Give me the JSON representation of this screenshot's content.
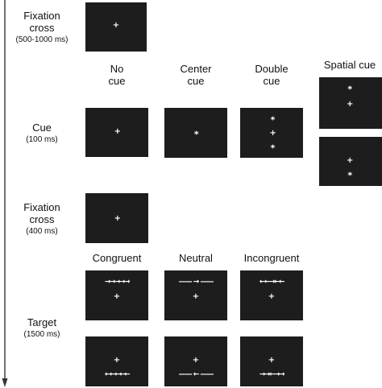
{
  "phases": {
    "fixation1": {
      "title_line1": "Fixation",
      "title_line2": "cross",
      "duration": "(500-1000 ms)"
    },
    "cue": {
      "title": "Cue",
      "duration": "(100 ms)"
    },
    "fixation2": {
      "title_line1": "Fixation",
      "title_line2": "cross",
      "duration": "(400 ms)"
    },
    "target": {
      "title": "Target",
      "duration": "(1500 ms)"
    }
  },
  "cue_conditions": {
    "no_cue": {
      "line1": "No",
      "line2": "cue"
    },
    "center_cue": {
      "line1": "Center",
      "line2": "cue"
    },
    "double_cue": {
      "line1": "Double",
      "line2": "cue"
    },
    "spatial_cue": {
      "line1": "Spatial cue"
    }
  },
  "target_conditions": {
    "congruent": "Congruent",
    "neutral": "Neutral",
    "incongruent": "Incongruent"
  },
  "glyphs": {
    "fixation": "+",
    "cue": "*",
    "congruent": "→→→→→",
    "neutral": "—— → ——",
    "incongruent": "←←→←←",
    "congruent_down": "←←←←←",
    "neutral_down": "—— ← ——",
    "incongruent_down": "→→←→→"
  },
  "colors": {
    "screen": "#1d1d1d",
    "stimulus": "#ffffff",
    "timeline": "#333333"
  }
}
